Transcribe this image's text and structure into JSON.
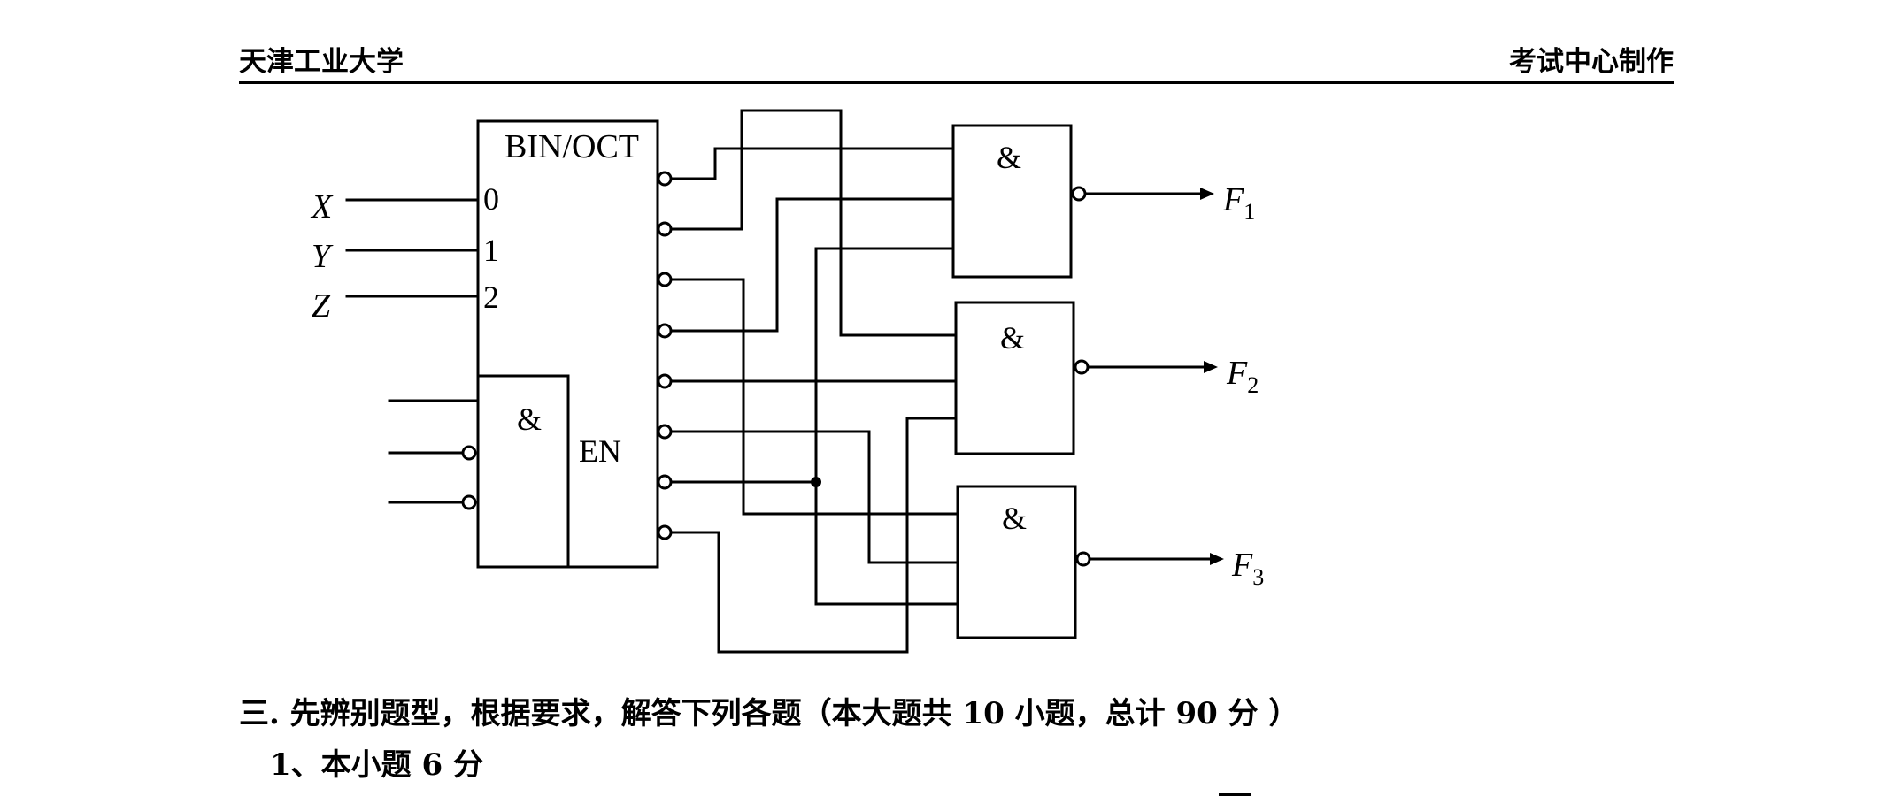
{
  "header": {
    "left": "天津工业大学",
    "right": "考试中心制作"
  },
  "diagram": {
    "decoder": {
      "label": "BIN/OCT",
      "inputs": [
        "0",
        "1",
        "2"
      ],
      "enable_gate_label": "&",
      "enable_label": "EN"
    },
    "inputs": {
      "x": "X",
      "y": "Y",
      "z": "Z"
    },
    "gates": [
      {
        "label": "&",
        "output_var": "F",
        "output_sub": "1"
      },
      {
        "label": "&",
        "output_var": "F",
        "output_sub": "2"
      },
      {
        "label": "&",
        "output_var": "F",
        "output_sub": "3"
      }
    ]
  },
  "section": {
    "title": "三. 先辨别题型，根据要求，解答下列各题（本大题共 10 小题，总计 90 分 ）",
    "question": "1、本小题 6 分"
  }
}
